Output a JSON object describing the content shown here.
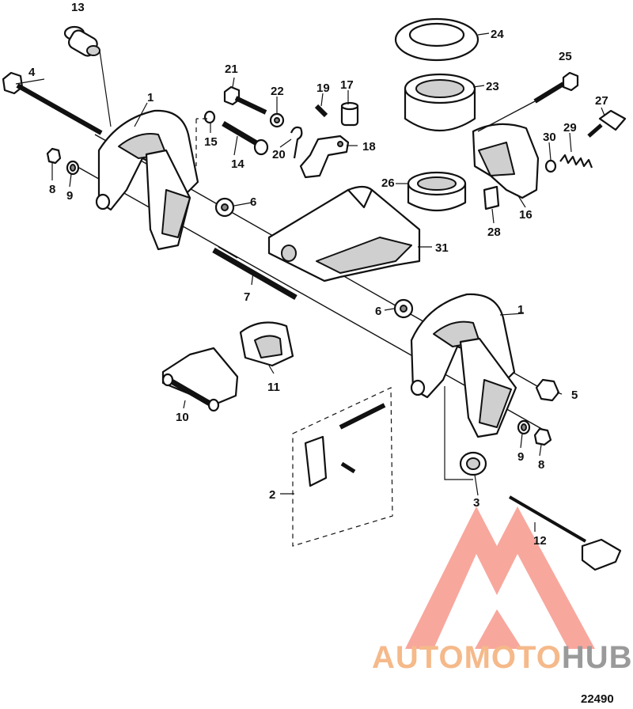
{
  "callouts": [
    {
      "id": "c1a",
      "label": "1"
    },
    {
      "id": "c1b",
      "label": "1"
    },
    {
      "id": "c2",
      "label": "2"
    },
    {
      "id": "c3",
      "label": "3"
    },
    {
      "id": "c4",
      "label": "4"
    },
    {
      "id": "c5",
      "label": "5"
    },
    {
      "id": "c6a",
      "label": "6"
    },
    {
      "id": "c6b",
      "label": "6"
    },
    {
      "id": "c7",
      "label": "7"
    },
    {
      "id": "c8a",
      "label": "8"
    },
    {
      "id": "c8b",
      "label": "8"
    },
    {
      "id": "c9a",
      "label": "9"
    },
    {
      "id": "c9b",
      "label": "9"
    },
    {
      "id": "c10",
      "label": "10"
    },
    {
      "id": "c11",
      "label": "11"
    },
    {
      "id": "c12",
      "label": "12"
    },
    {
      "id": "c13",
      "label": "13"
    },
    {
      "id": "c14",
      "label": "14"
    },
    {
      "id": "c15",
      "label": "15"
    },
    {
      "id": "c16",
      "label": "16"
    },
    {
      "id": "c17",
      "label": "17"
    },
    {
      "id": "c18",
      "label": "18"
    },
    {
      "id": "c19",
      "label": "19"
    },
    {
      "id": "c20",
      "label": "20"
    },
    {
      "id": "c21",
      "label": "21"
    },
    {
      "id": "c22",
      "label": "22"
    },
    {
      "id": "c23",
      "label": "23"
    },
    {
      "id": "c24",
      "label": "24"
    },
    {
      "id": "c25",
      "label": "25"
    },
    {
      "id": "c26",
      "label": "26"
    },
    {
      "id": "c27",
      "label": "27"
    },
    {
      "id": "c28",
      "label": "28"
    },
    {
      "id": "c29",
      "label": "29"
    },
    {
      "id": "c30",
      "label": "30"
    },
    {
      "id": "c31",
      "label": "31"
    }
  ],
  "figure_number": "22490",
  "watermark": {
    "text_part1": "AUTOMOTO",
    "text_part2": "HUB",
    "color_light": "#f5b98a",
    "color_dark": "#9a9a9a",
    "logo_color": "#f26b5b"
  }
}
